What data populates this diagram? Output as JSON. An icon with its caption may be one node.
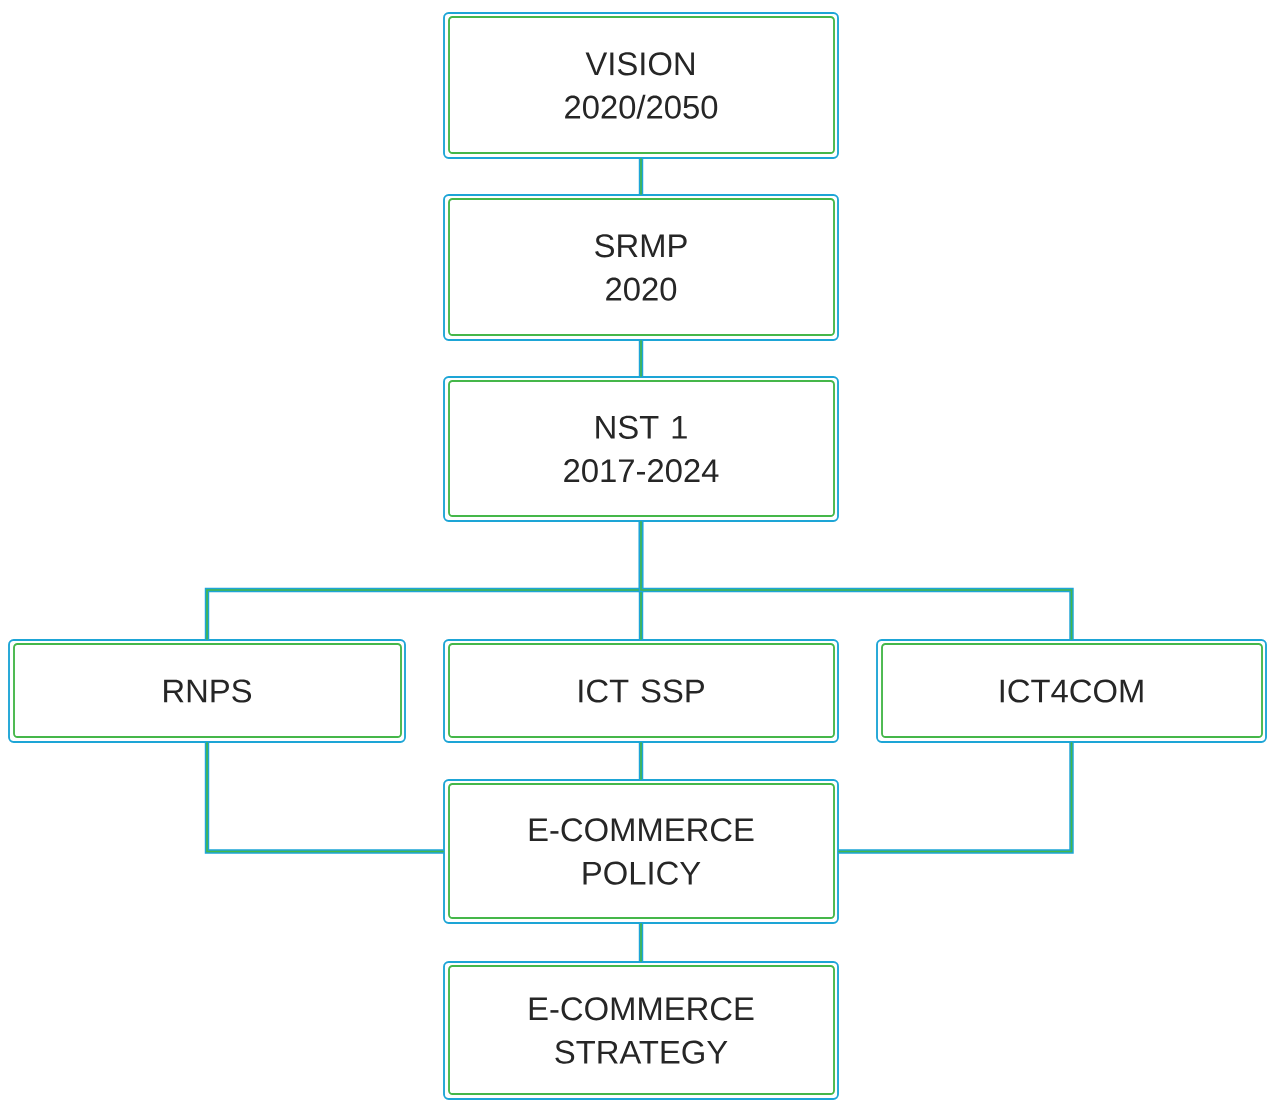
{
  "diagram": {
    "nodes": [
      {
        "text": [
          "VISION 2020/2050"
        ]
      },
      {
        "text": [
          "SRMP 2020"
        ]
      },
      {
        "text": [
          "NST 1 2017-2024"
        ]
      },
      {
        "text": [
          "RNPS"
        ]
      },
      {
        "text": [
          "ICT SSP"
        ]
      },
      {
        "text": [
          "ICT4COM"
        ]
      },
      {
        "text": [
          "E-COMMERCE POLICY"
        ]
      },
      {
        "text": [
          "E-COMMERCE STRATEGY"
        ]
      }
    ],
    "edges": [
      {
        "from": 0,
        "to": 1,
        "arrow": "none"
      },
      {
        "from": 1,
        "to": 2,
        "arrow": "none"
      },
      {
        "from": 2,
        "to": 3,
        "arrow": "none"
      },
      {
        "from": 2,
        "to": 4,
        "arrow": "none"
      },
      {
        "from": 2,
        "to": 5,
        "arrow": "none"
      },
      {
        "from": 3,
        "to": 6,
        "arrow": "none"
      },
      {
        "from": 4,
        "to": 6,
        "arrow": "none"
      },
      {
        "from": 5,
        "to": 6,
        "arrow": "none"
      },
      {
        "from": 6,
        "to": 7,
        "arrow": "none"
      }
    ]
  }
}
